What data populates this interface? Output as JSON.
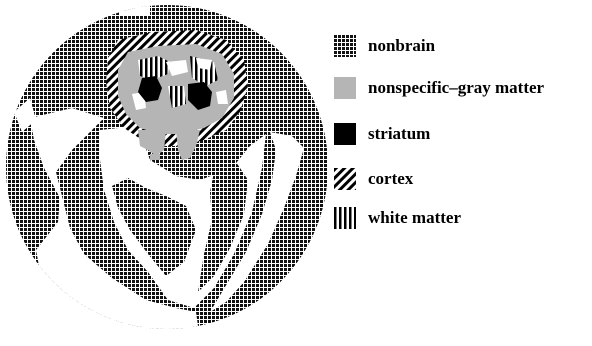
{
  "figure": {
    "description_icon": "brain-segmentation-map",
    "colors": {
      "nonbrain": "#111111",
      "gray_matter": "#b5b5b5",
      "striatum": "#000000",
      "cortex_stripe": "#000000",
      "white_matter_stripe": "#000000",
      "background": "#ffffff"
    }
  },
  "legend": {
    "items": [
      {
        "key": "nonbrain",
        "label": "nonbrain",
        "pattern": "grid"
      },
      {
        "key": "gray",
        "label": "nonspecific–gray matter",
        "pattern": "solid-gray"
      },
      {
        "key": "striatum",
        "label": "striatum",
        "pattern": "solid-black"
      },
      {
        "key": "cortex",
        "label": "cortex",
        "pattern": "diagonal-hatch"
      },
      {
        "key": "white",
        "label": "white matter",
        "pattern": "vertical-hatch"
      }
    ]
  }
}
